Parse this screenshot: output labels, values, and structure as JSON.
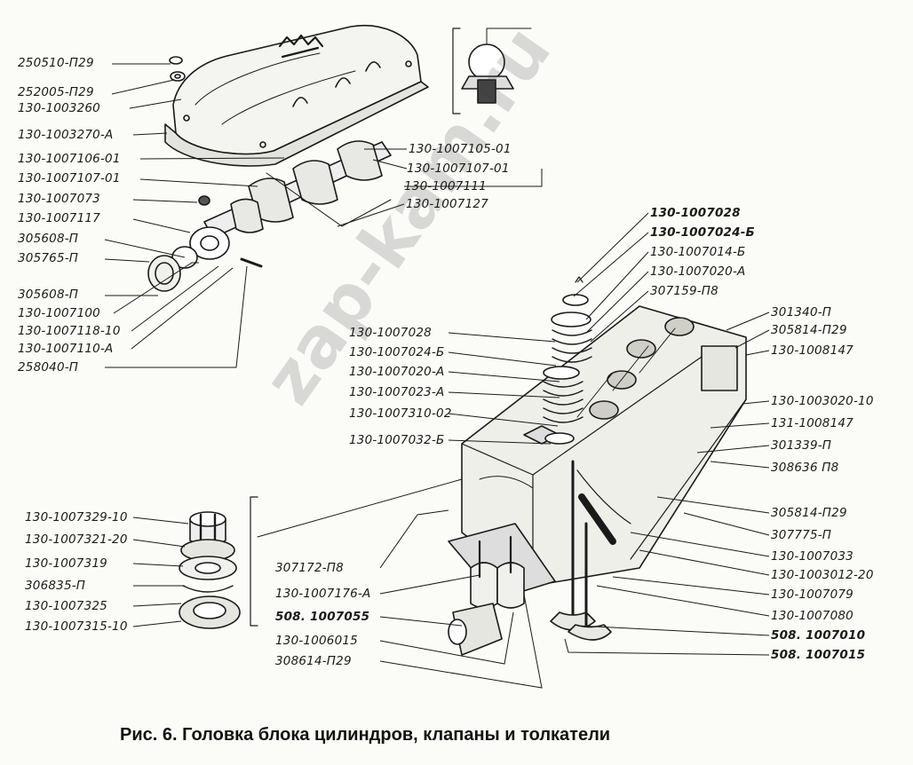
{
  "caption": "Рис. 6. Головка блока цилиндров, клапаны и толкатели",
  "watermark": "zap-kam.ru",
  "labels": {
    "l250510": "250510-П29",
    "l252005": "252005-П29",
    "l1003260": "130-1003260",
    "l1003270": "130-1003270-А",
    "l1007106": "130-1007106-01",
    "l1007107a": "130-1007107-01",
    "l1007073": "130-1007073",
    "l1007117": "130-1007117",
    "l305608a": "305608-П",
    "l305765": "305765-П",
    "l305608b": "305608-П",
    "l1007100": "130-1007100",
    "l1007118": "130-1007118-10",
    "l1007110": "130-1007110-А",
    "l258040": "258040-П",
    "r1007105": "130-1007105-01",
    "r1007107": "130-1007107-01",
    "r1007111": "130-1007111",
    "r1007127": "130-1007127",
    "r1007028a": "130-1007028",
    "r1007024a": "130-1007024-Б",
    "r1007014": "130-1007014-Б",
    "r1007020a": "130-1007020-А",
    "r307159": "307159-П8",
    "m1007028": "130-1007028",
    "m1007024": "130-1007024-Б",
    "m1007020": "130-1007020-А",
    "m1007023": "130-1007023-А",
    "m1007310": "130-1007310-02",
    "m1007032": "130-1007032-Б",
    "r301340": "301340-П",
    "r305814a": "305814-П29",
    "r1008147": "130-1008147",
    "r1003020": "130-1003020-10",
    "r131_1008147": "131-1008147",
    "r301339": "301339-П",
    "r308636": "308636 П8",
    "r305814b": "305814-П29",
    "r307775": "307775-П",
    "r1007033": "130-1007033",
    "r1003012": "130-1003012-20",
    "r1007079": "130-1007079",
    "r1007080": "130-1007080",
    "r508_1007010": "508. 1007010",
    "r508_1007015": "508. 1007015",
    "b1007329": "130-1007329-10",
    "b1007321": "130-1007321-20",
    "b1007319": "130-1007319",
    "b306835": "306835-П",
    "b1007325": "130-1007325",
    "b1007315": "130-1007315-10",
    "c307172": "307172-П8",
    "c1007176": "130-1007176-А",
    "c508_1007055": "508. 1007055",
    "c1006015": "130-1006015",
    "c308614": "308614-П29"
  }
}
